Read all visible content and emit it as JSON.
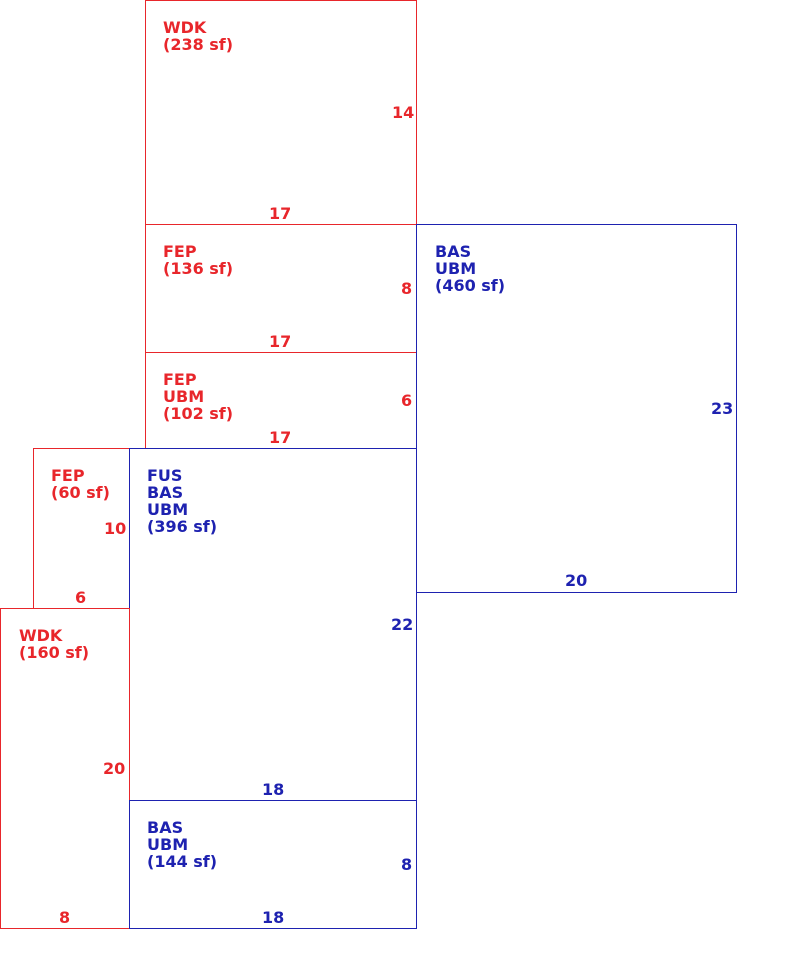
{
  "colors": {
    "red": "#e8262b",
    "blue": "#1e22b0"
  },
  "areas": [
    {
      "id": "wdk-top",
      "color": "red",
      "lines": [
        "WDK",
        "(238 sf)"
      ],
      "dims": [
        "14",
        "17"
      ]
    },
    {
      "id": "fep-136",
      "color": "red",
      "lines": [
        "FEP",
        "(136 sf)"
      ],
      "dims": [
        "8",
        "17"
      ]
    },
    {
      "id": "fep-ubm-102",
      "color": "red",
      "lines": [
        "FEP",
        "UBM",
        "(102 sf)"
      ],
      "dims": [
        "6",
        "17"
      ]
    },
    {
      "id": "bas-ubm-460",
      "color": "blue",
      "lines": [
        "BAS",
        "UBM",
        "(460 sf)"
      ],
      "dims": [
        "23",
        "20"
      ]
    },
    {
      "id": "fep-60",
      "color": "red",
      "lines": [
        "FEP",
        "(60 sf)"
      ],
      "dims": [
        "10",
        "6"
      ]
    },
    {
      "id": "fus-bas-ubm-396",
      "color": "blue",
      "lines": [
        "FUS",
        "BAS",
        "UBM",
        "(396 sf)"
      ],
      "dims": [
        "22",
        "18"
      ]
    },
    {
      "id": "wdk-160",
      "color": "red",
      "lines": [
        "WDK",
        "(160 sf)"
      ],
      "dims": [
        "20",
        "8"
      ]
    },
    {
      "id": "bas-ubm-144",
      "color": "blue",
      "lines": [
        "BAS",
        "UBM",
        "(144 sf)"
      ],
      "dims": [
        "8",
        "18"
      ]
    }
  ]
}
